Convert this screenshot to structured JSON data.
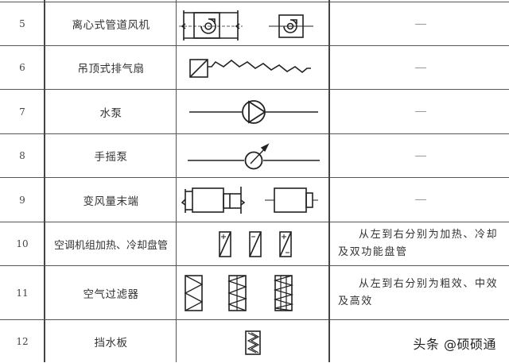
{
  "table": {
    "rows": [
      {
        "num": "5",
        "name": "离心式管道风机",
        "symbol": "centrifugal-duct-fan",
        "note": "—"
      },
      {
        "num": "6",
        "name": "吊顶式排气扇",
        "symbol": "ceiling-exhaust-fan",
        "note": "—"
      },
      {
        "num": "7",
        "name": "水泵",
        "symbol": "water-pump",
        "note": "—"
      },
      {
        "num": "8",
        "name": "手摇泵",
        "symbol": "hand-pump",
        "note": "—"
      },
      {
        "num": "9",
        "name": "变风量末端",
        "symbol": "vav-terminal",
        "note": "—"
      },
      {
        "num": "10",
        "name": "空调机组加热、冷却盘管",
        "symbol": "ahu-heating-cooling-coil",
        "note": "从左到右分别为加热、冷却及双功能盘管",
        "coil_signs": [
          "+",
          "-",
          "+/-"
        ]
      },
      {
        "num": "11",
        "name": "空气过滤器",
        "symbol": "air-filter",
        "note": "从左到右分别为粗效、中效及高效"
      },
      {
        "num": "12",
        "name": "挡水板",
        "symbol": "water-eliminator",
        "note": ""
      }
    ]
  },
  "watermark": "头条 @硕硕通"
}
